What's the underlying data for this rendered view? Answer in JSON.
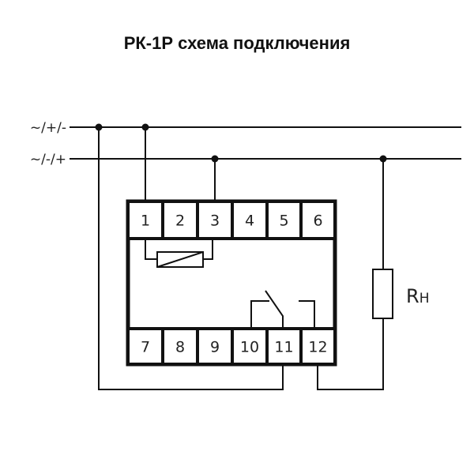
{
  "title": "РК-1Р схема подключения",
  "lines": [
    {
      "label": "~/+/-"
    },
    {
      "label": "~/-/+"
    }
  ],
  "terminals_top": [
    "1",
    "2",
    "3",
    "4",
    "5",
    "6"
  ],
  "terminals_bottom": [
    "7",
    "8",
    "9",
    "10",
    "11",
    "12"
  ],
  "load": {
    "label_main": "R",
    "label_sub": "H"
  }
}
